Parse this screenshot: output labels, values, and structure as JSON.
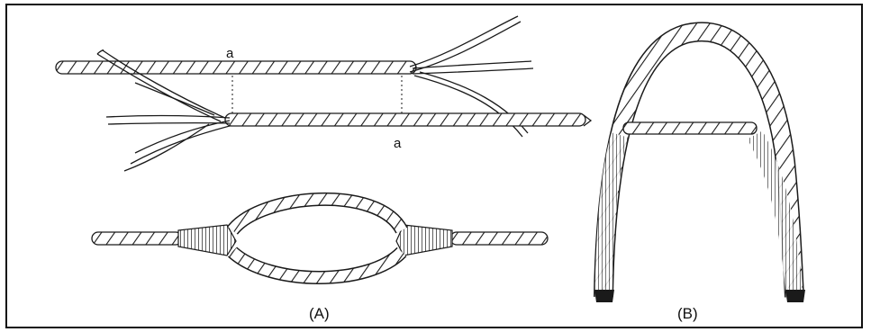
{
  "figure": {
    "point_label_top": "a",
    "point_label_bottom": "a",
    "panel_a_caption": "(A)",
    "panel_b_caption": "(B)"
  },
  "colors": {
    "ink": "#1a1a1a",
    "rope_fill": "#ffffff",
    "border": "#111111"
  }
}
